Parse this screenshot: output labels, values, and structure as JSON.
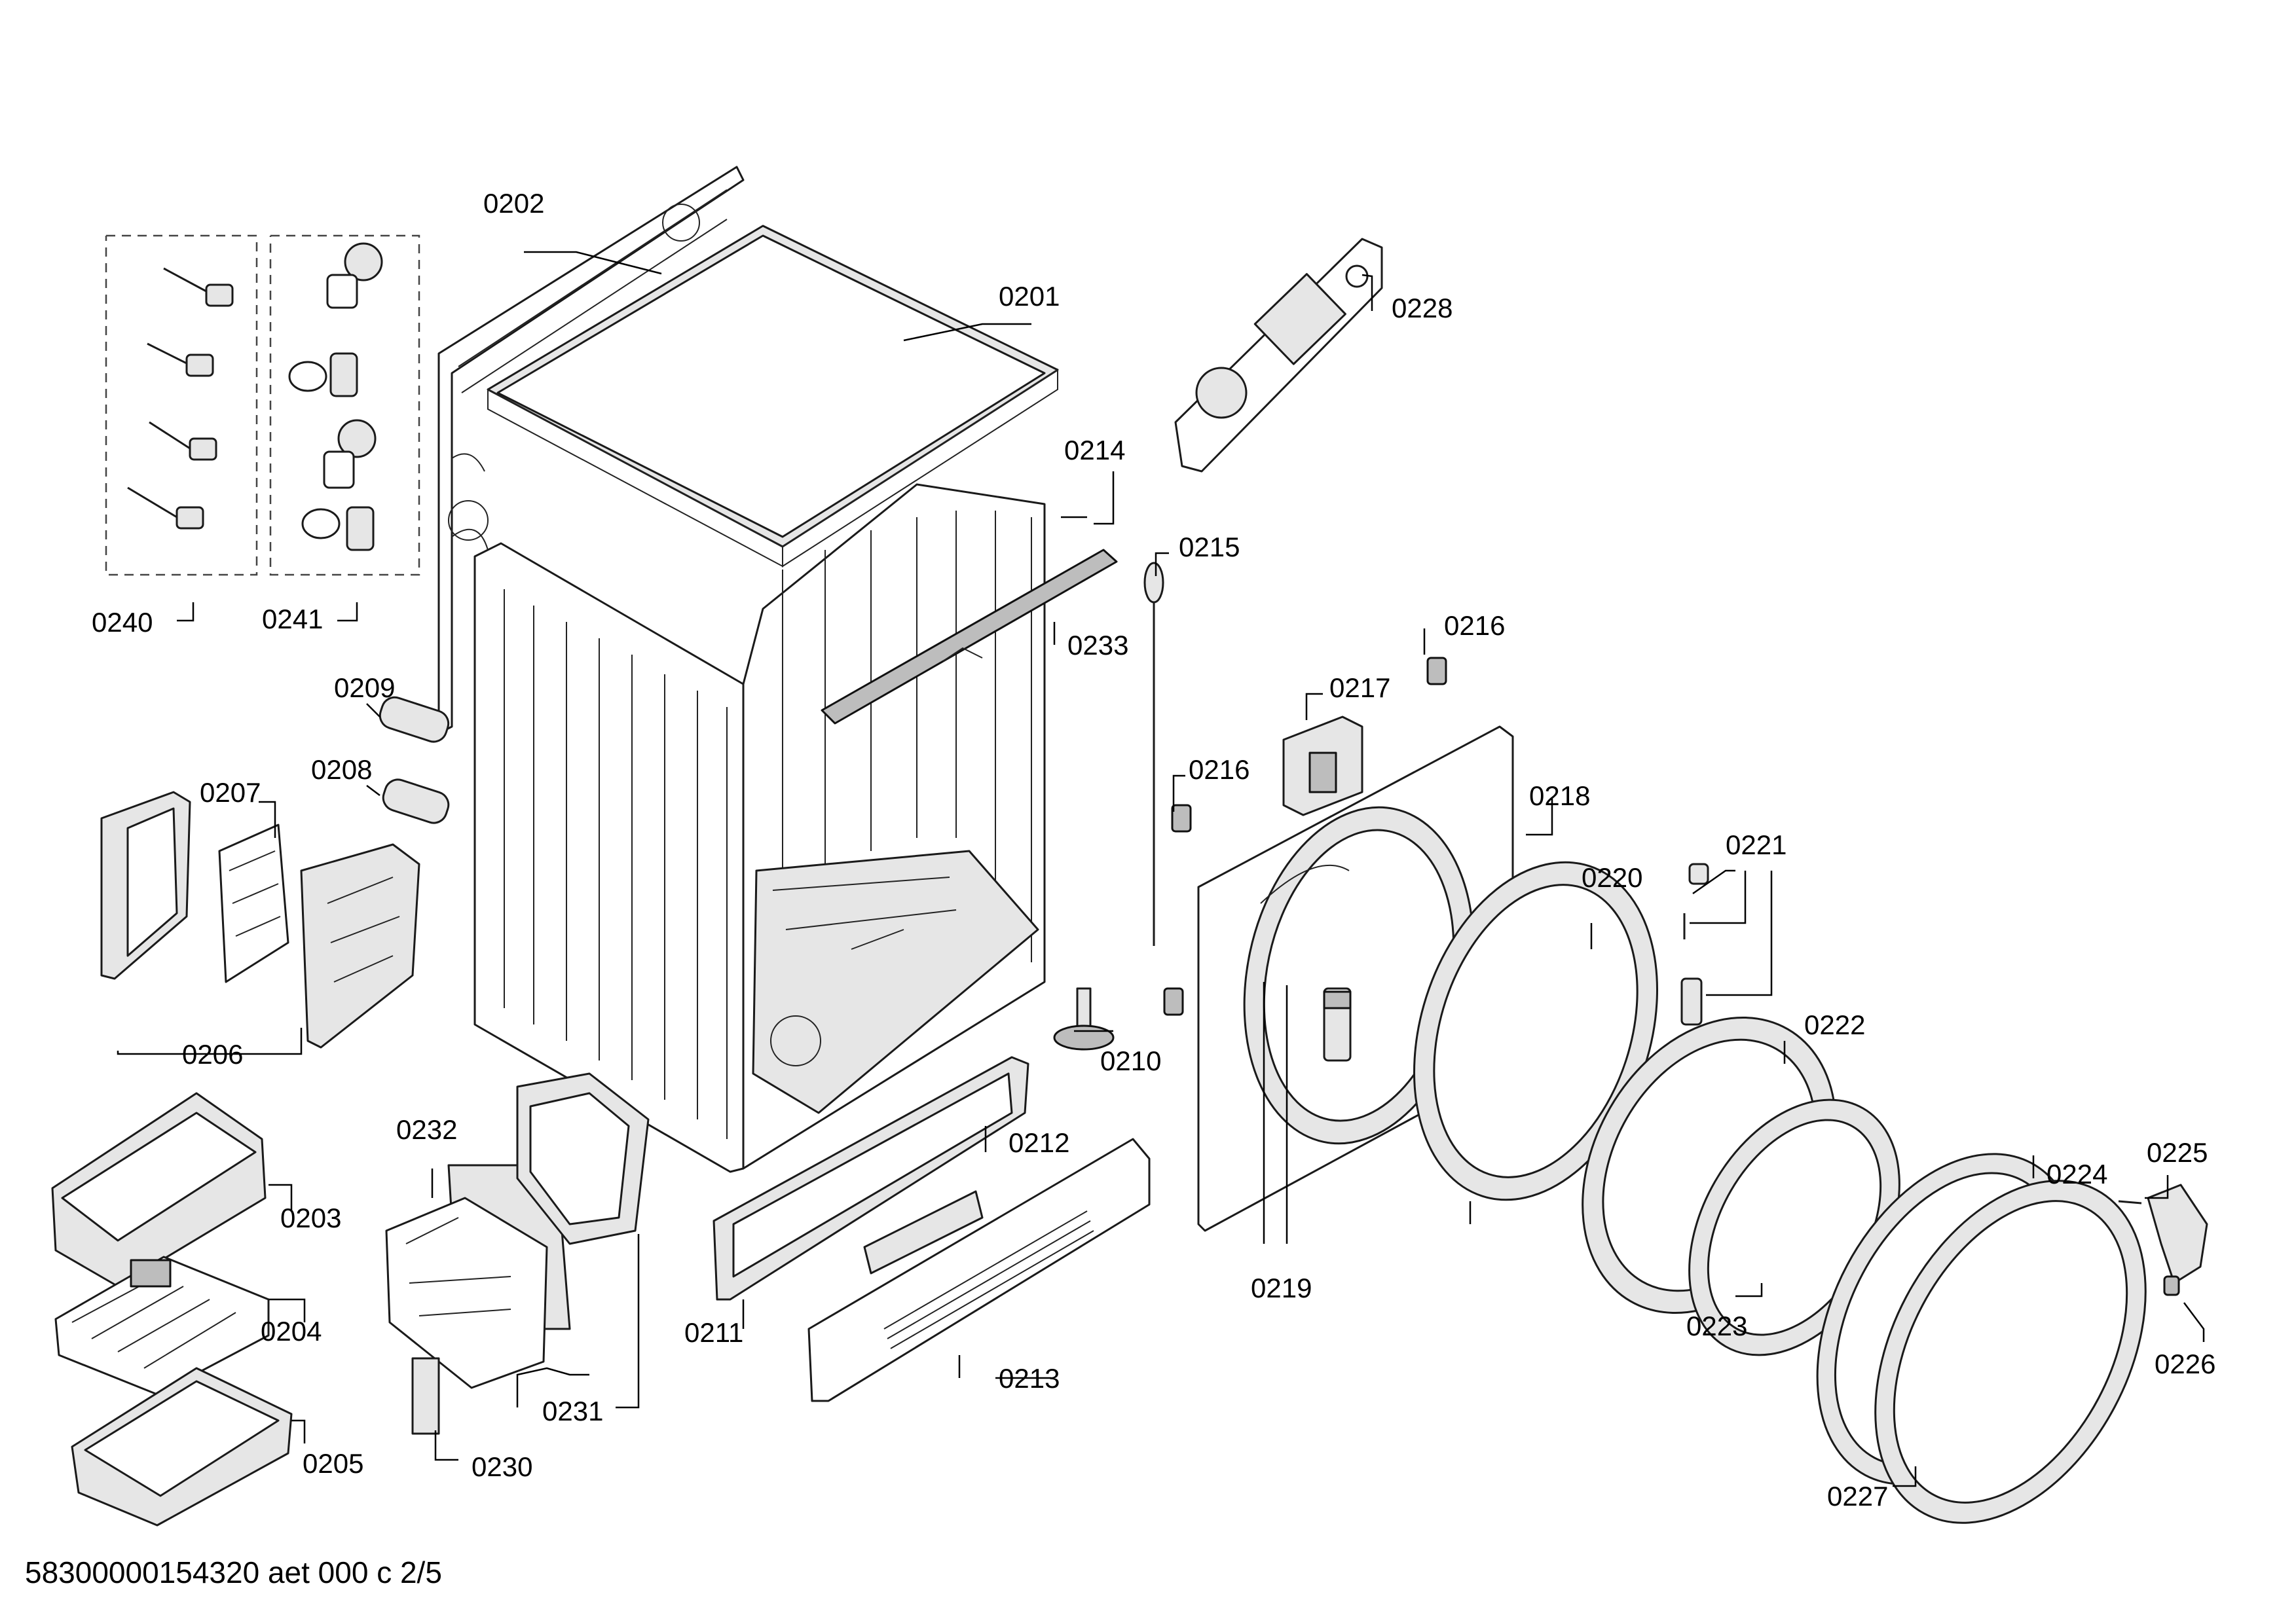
{
  "labels": {
    "p0201": "0201",
    "p0202": "0202",
    "p0203": "0203",
    "p0204": "0204",
    "p0205": "0205",
    "p0206": "0206",
    "p0207": "0207",
    "p0208": "0208",
    "p0209": "0209",
    "p0210": "0210",
    "p0211": "0211",
    "p0212": "0212",
    "p0213": "0213",
    "p0214": "0214",
    "p0215": "0215",
    "p0216a": "0216",
    "p0216b": "0216",
    "p0217": "0217",
    "p0218": "0218",
    "p0219": "0219",
    "p0220": "0220",
    "p0221": "0221",
    "p0222": "0222",
    "p0223": "0223",
    "p0224": "0224",
    "p0225": "0225",
    "p0226": "0226",
    "p0227": "0227",
    "p0228": "0228",
    "p0230": "0230",
    "p0231": "0231",
    "p0232": "0232",
    "p0233": "0233",
    "p0240": "0240",
    "p0241": "0241"
  },
  "footer": "58300000154320 aet 000 c 2/5"
}
